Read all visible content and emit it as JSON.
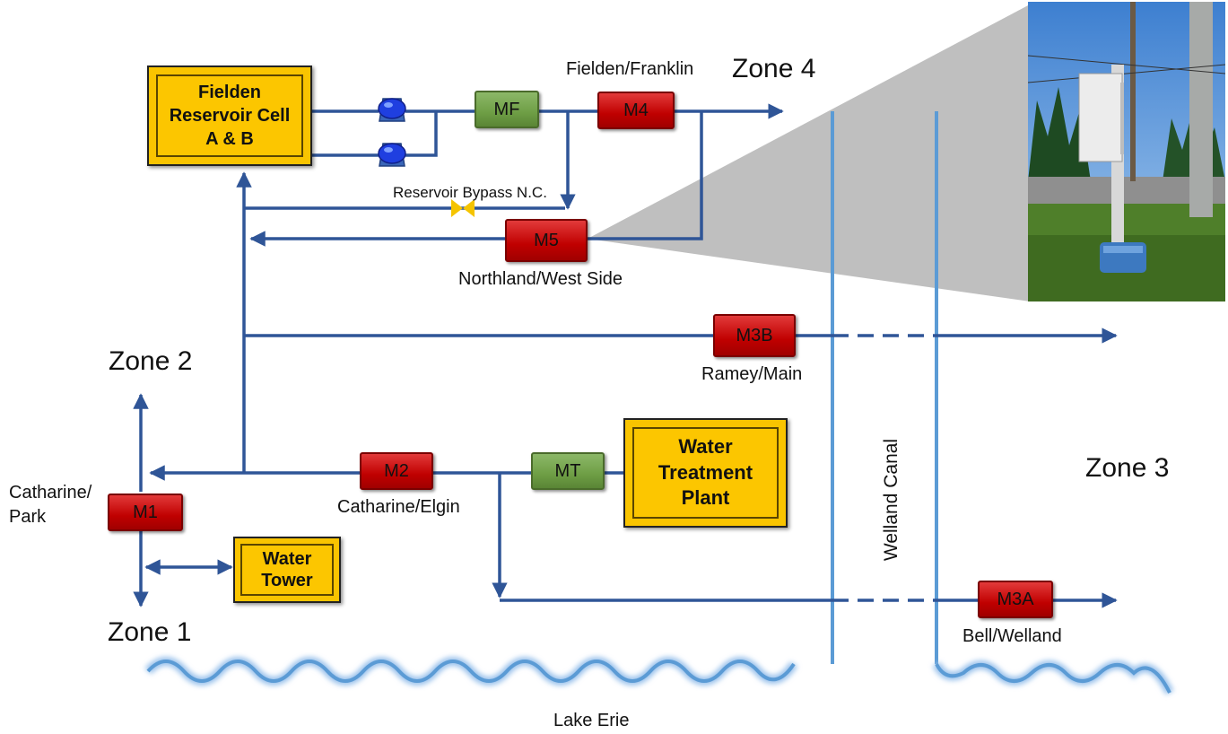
{
  "zones": {
    "zone1": "Zone 1",
    "zone2": "Zone 2",
    "zone3": "Zone 3",
    "zone4": "Zone 4"
  },
  "facilities": {
    "reservoir": [
      "Fielden",
      "Reservoir Cell",
      "A & B"
    ],
    "treatment": [
      "Water",
      "Treatment",
      "Plant"
    ],
    "tower": [
      "Water",
      "Tower"
    ]
  },
  "meters": {
    "mf": "MF",
    "m4": "M4",
    "m5": "M5",
    "m3b": "M3B",
    "m2": "M2",
    "mt": "MT",
    "m1": "M1",
    "m3a": "M3A"
  },
  "locations": {
    "fielden_franklin": "Fielden/Franklin",
    "reservoir_bypass": "Reservoir Bypass N.C.",
    "northland_west": "Northland/West Side",
    "ramey_main": "Ramey/Main",
    "catharine_park_1": "Catharine/",
    "catharine_park_2": "Park",
    "catharine_elgin": "Catharine/Elgin",
    "bell_welland": "Bell/Welland"
  },
  "water": {
    "canal": "Welland Canal",
    "lake": "Lake Erie"
  },
  "colors": {
    "pipe": "#2f5597",
    "meter_red": "#c00000",
    "meter_green": "#70a048",
    "facility_yellow": "#fcc600",
    "water_blue": "#5b9bd5",
    "valve": "#f5c400",
    "pump": "#1f3fe0"
  }
}
